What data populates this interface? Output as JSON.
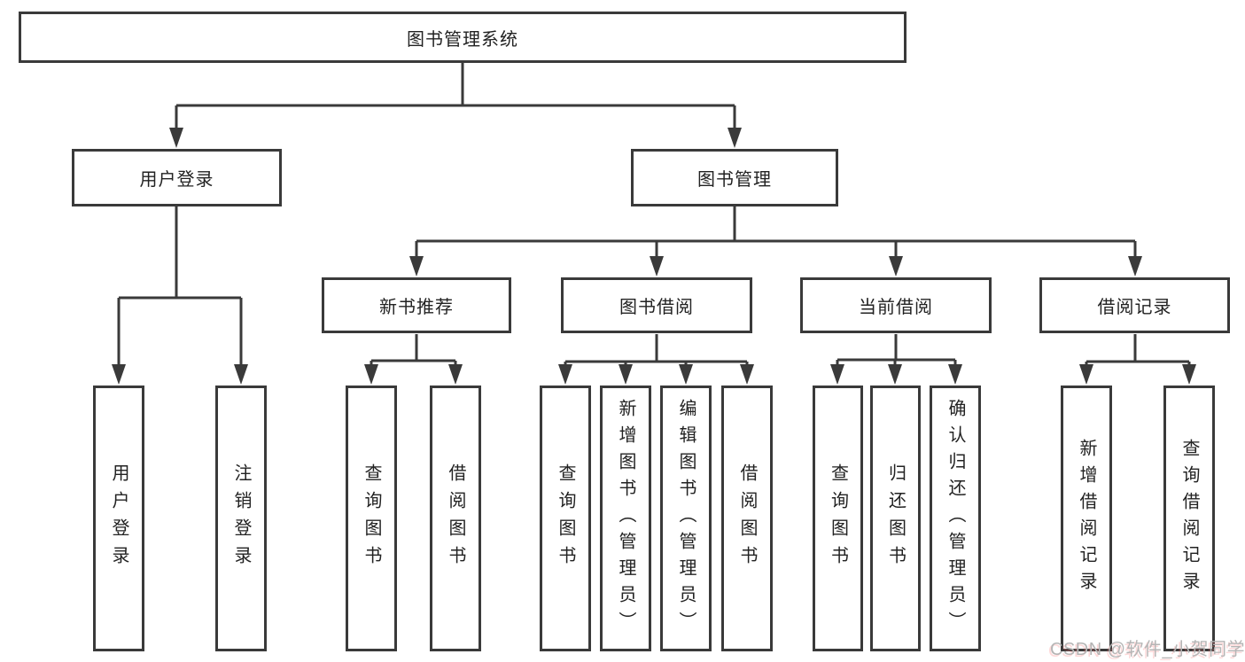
{
  "diagram": {
    "background": "#ffffff",
    "line_color": "#3a3a3a",
    "border_color": "#3a3a3a",
    "text_color": "#222222",
    "nodes": {
      "root": "图书管理系统",
      "user_login": "用户登录",
      "book_mgmt": "图书管理",
      "new_book_rec": "新书推荐",
      "book_borrow": "图书借阅",
      "current_borrow": "当前借阅",
      "borrow_record": "借阅记录",
      "ul_login": "用户登录",
      "ul_logout": "注销登录",
      "nbr_query": "查询图书",
      "nbr_borrow": "借阅图书",
      "bb_query": "查询图书",
      "bb_add": "新增图书（管理员）",
      "bb_edit": "编辑图书（管理员）",
      "bb_borrow": "借阅图书",
      "cb_query": "查询图书",
      "cb_return": "归还图书",
      "cb_confirm": "确认归还（管理员）",
      "br_add": "新增借阅记录",
      "br_query": "查询借阅记录"
    },
    "hierarchy": {
      "图书管理系统": [
        "用户登录",
        "图书管理"
      ],
      "用户登录": [
        "用户登录",
        "注销登录"
      ],
      "图书管理": [
        "新书推荐",
        "图书借阅",
        "当前借阅",
        "借阅记录"
      ],
      "新书推荐": [
        "查询图书",
        "借阅图书"
      ],
      "图书借阅": [
        "查询图书",
        "新增图书（管理员）",
        "编辑图书（管理员）",
        "借阅图书"
      ],
      "当前借阅": [
        "查询图书",
        "归还图书",
        "确认归还（管理员）"
      ],
      "借阅记录": [
        "新增借阅记录",
        "查询借阅记录"
      ]
    },
    "watermark": {
      "text": "CSDN @软件_小贺同学",
      "color": "#b5b5b5"
    }
  }
}
